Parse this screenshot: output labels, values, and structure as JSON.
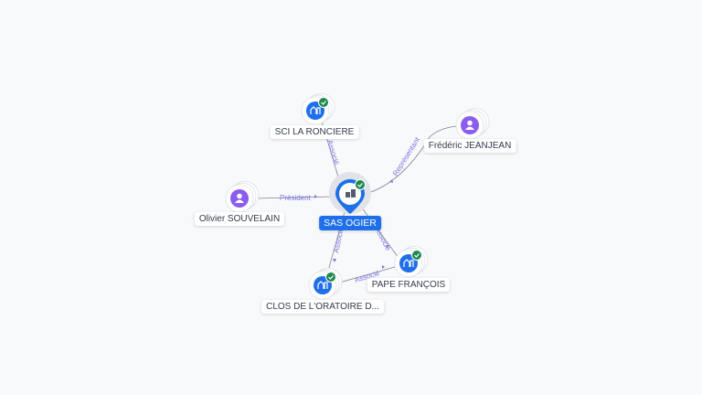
{
  "center": {
    "name": "SAS OGIER",
    "verified": true
  },
  "nodes": [
    {
      "name": "SCI LA RONCIERE",
      "type": "company",
      "verified": true
    },
    {
      "name": "Frédéric JEANJEAN",
      "type": "person"
    },
    {
      "name": "Olivier SOUVELAIN",
      "type": "person"
    },
    {
      "name": "PAPE FRANÇOIS",
      "type": "company",
      "verified": true
    },
    {
      "name": "CLOS DE L'ORATOIRE D...",
      "type": "company",
      "verified": true
    }
  ],
  "edges": [
    {
      "label": "Associé"
    },
    {
      "label": "Représentant"
    },
    {
      "label": "Président"
    },
    {
      "label": "Associé"
    },
    {
      "label": "Associé"
    },
    {
      "label": "Associé"
    }
  ],
  "colors": {
    "company": "#1e6fe8",
    "person": "#8a5cf0",
    "check": "#1e8a4c",
    "edge_label": "#7a74e0"
  }
}
